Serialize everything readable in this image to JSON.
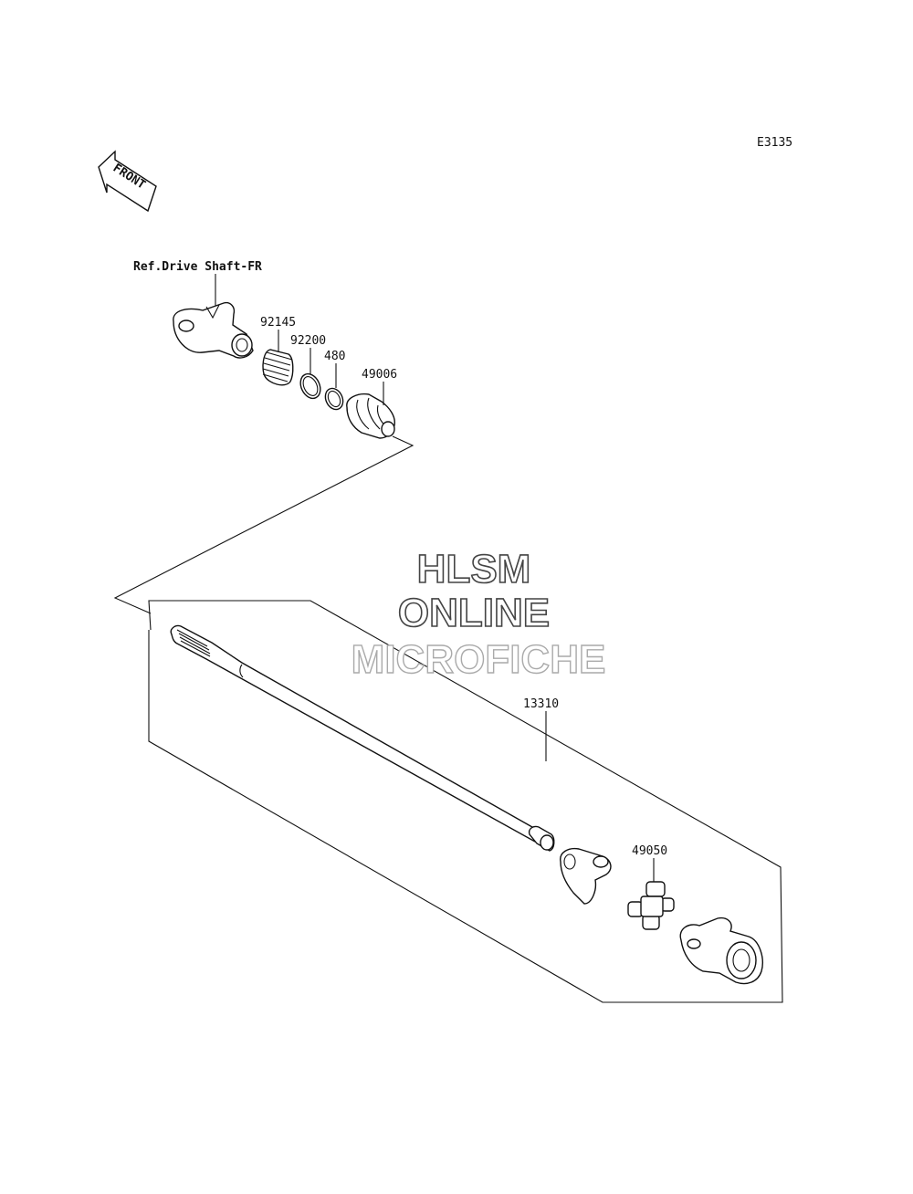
{
  "diagram_code": "E3135",
  "front_label": "FRONT",
  "reference_label": "Ref.Drive Shaft-FR",
  "parts": [
    {
      "id": "p92145",
      "number": "92145"
    },
    {
      "id": "p92200",
      "number": "92200"
    },
    {
      "id": "p480",
      "number": "480"
    },
    {
      "id": "p49006",
      "number": "49006"
    },
    {
      "id": "p13310",
      "number": "13310"
    },
    {
      "id": "p49050",
      "number": "49050"
    }
  ],
  "watermark": {
    "line1": "HLSM",
    "line2": "ONLINE",
    "line3": "MICROFICHE"
  }
}
